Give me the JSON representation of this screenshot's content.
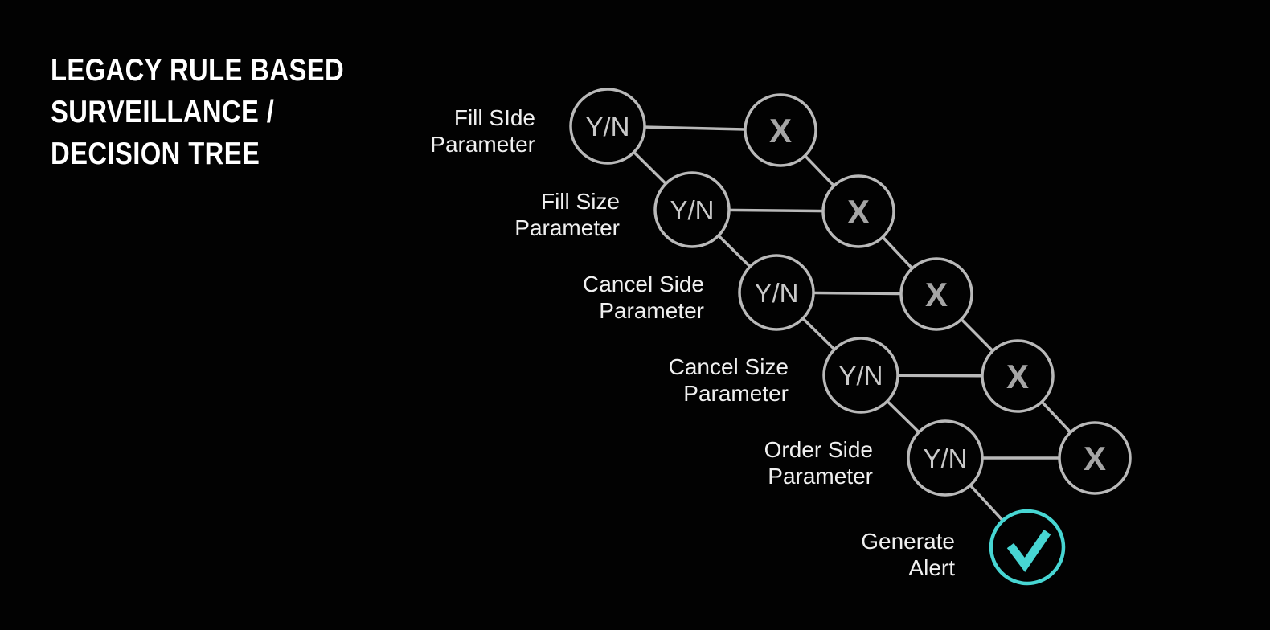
{
  "title": {
    "lines": [
      "LEGACY RULE BASED",
      "SURVEILLANCE /",
      "DECISION TREE"
    ]
  },
  "diagram": {
    "rows": [
      {
        "label_line1": "Fill SIde",
        "label_line2": "Parameter",
        "decision_label": "Y/N",
        "reject_label": "X"
      },
      {
        "label_line1": "Fill Size",
        "label_line2": "Parameter",
        "decision_label": "Y/N",
        "reject_label": "X"
      },
      {
        "label_line1": "Cancel Side",
        "label_line2": "Parameter",
        "decision_label": "Y/N",
        "reject_label": "X"
      },
      {
        "label_line1": "Cancel Size",
        "label_line2": "Parameter",
        "decision_label": "Y/N",
        "reject_label": "X"
      },
      {
        "label_line1": "Order Side",
        "label_line2": "Parameter",
        "decision_label": "Y/N",
        "reject_label": "X"
      }
    ],
    "final": {
      "label_line1": "Generate",
      "label_line2": "Alert",
      "symbol": "check-icon"
    },
    "colors": {
      "background": "#020202",
      "node_stroke": "#b9b9b9",
      "decision_text": "#c9c9c9",
      "reject_text": "#a5a5a5",
      "label_text": "#f0f0f0",
      "title_text": "#ffffff",
      "accent_teal": "#47d6d3"
    }
  }
}
